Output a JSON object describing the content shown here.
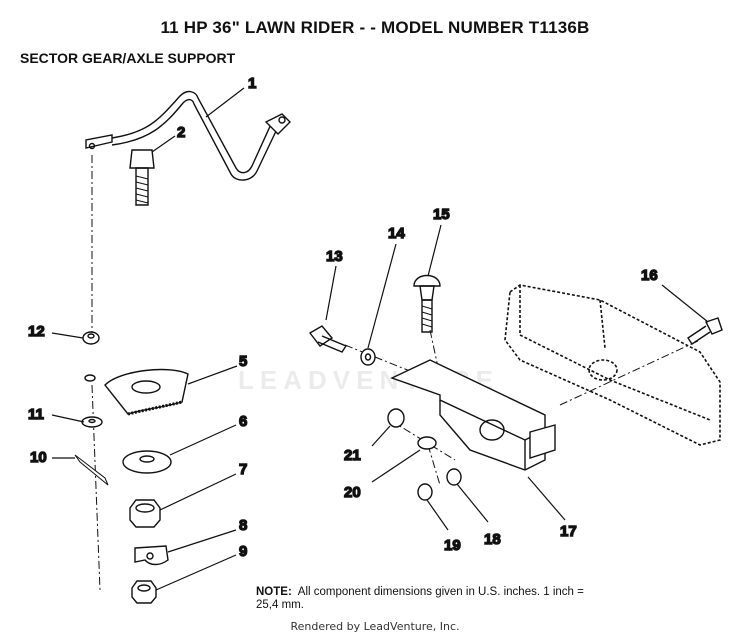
{
  "header": {
    "title": "11 HP 36\" LAWN RIDER - - MODEL NUMBER T1136B",
    "subtitle": "SECTOR GEAR/AXLE SUPPORT"
  },
  "callouts": [
    "1",
    "2",
    "5",
    "6",
    "7",
    "8",
    "9",
    "10",
    "11",
    "12",
    "13",
    "14",
    "15",
    "16",
    "17",
    "18",
    "19",
    "20",
    "21"
  ],
  "note": {
    "label": "NOTE:",
    "text": "All component dimensions given in U.S. inches. 1 inch = 25,4 mm."
  },
  "footer": {
    "rendered_by": "Rendered by LeadVenture, Inc."
  },
  "watermark": {
    "text": "LEADVENTURE"
  }
}
